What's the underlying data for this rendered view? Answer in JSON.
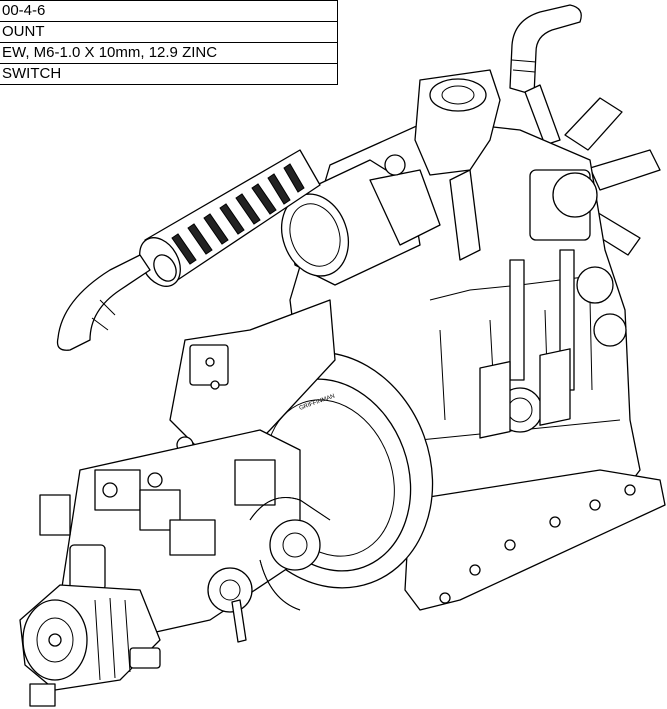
{
  "bom_rows": [
    {
      "text": "00-4-6"
    },
    {
      "text": "OUNT"
    },
    {
      "text": "EW, M6-1.0 X 10mm, 12.9 ZINC"
    },
    {
      "text": "SWITCH"
    }
  ],
  "stamped_text": "GRIFFINMAN"
}
